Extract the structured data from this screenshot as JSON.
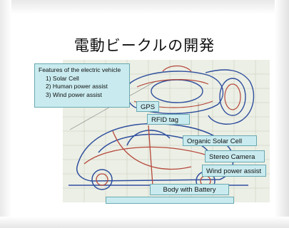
{
  "slide": {
    "title": "電動ビークルの開発",
    "features": {
      "heading": "Features of the electric vehicle",
      "items": [
        "1) Solar Cell",
        "2) Human power assist",
        "3) Wind power assist"
      ]
    },
    "labels": {
      "gps": "GPS",
      "rfid": "RFID tag",
      "organic_solar": "Organic Solar Cell",
      "stereo_camera": "Stereo Camera",
      "wind_power": "Wind power assist",
      "body_battery": "Body with Battery"
    },
    "colors": {
      "callout_fill": "#c9ebef",
      "callout_border": "#6aa9b2",
      "sketch_blue": "#2f4f9e",
      "sketch_red": "#b5473b"
    }
  }
}
